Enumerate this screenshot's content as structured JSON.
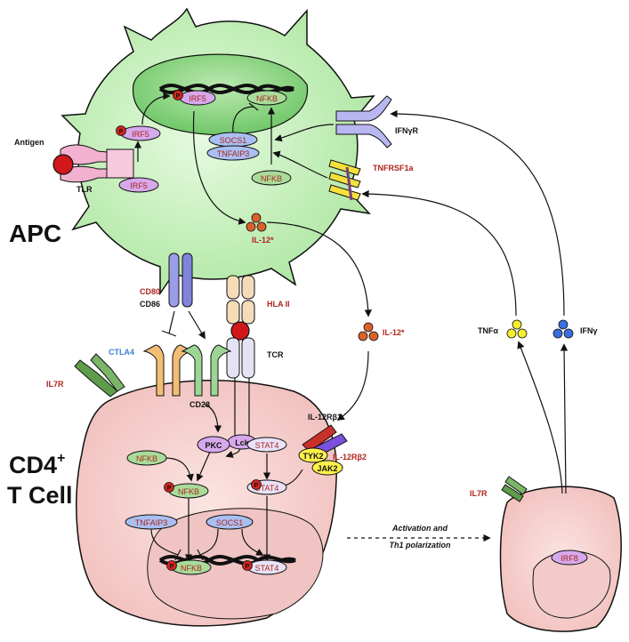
{
  "cells": {
    "apc": "APC",
    "cd4_line1": "CD4",
    "cd4_sup": "+",
    "cd4_line2": "T Cell"
  },
  "labels": {
    "antigen": "Antigen",
    "tlr": "TLR",
    "ifngr": "IFNγR",
    "tnfrsf1a": "TNFRSF1a",
    "il12_apc": "IL-12*",
    "il12_mid": "IL-12*",
    "cd80": "CD80",
    "cd86": "CD86",
    "hla2": "HLA II",
    "tcr": "TCR",
    "ctla4": "CTLA4",
    "cd28": "CD28",
    "il7r_left": "IL7R",
    "il7r_right": "IL7R",
    "il12rb1": "IL-12Rβ1",
    "il12rb2": "IL-12Rβ2",
    "tnfa": "TNFα",
    "ifng": "IFNγ",
    "activation_line1": "Activation and",
    "activation_line2": "Th1 polarization",
    "phospho": "P"
  },
  "proteins": {
    "irf5_nuc": "IRF5",
    "nfkb_nuc": "NFKB",
    "irf5_p": "IRF5",
    "irf5": "IRF5",
    "socs1_apc": "SOCS1",
    "tnfaip3_apc": "TNFAIP3",
    "nfkb_apc": "NFKB",
    "lck": "Lck",
    "pkc": "PKC",
    "nfkb_t": "NFKB",
    "nfkb_t_p": "NFKB",
    "stat4": "STAT4",
    "stat4_p": "STAT4",
    "tyk2": "TYK2",
    "jak2": "JAK2",
    "tnfaip3_t": "TNFAIP3",
    "socs1_t": "SOCS1",
    "nfkb_t_nuc": "NFKB",
    "stat4_t_nuc": "STAT4",
    "irf8": "IRF8"
  },
  "colors": {
    "apc_fill": "#c9f2c0",
    "apc_nucleus": "#8fd886",
    "tcell_fill": "#f6d3d1",
    "tcell_nucleus": "#efc0c0",
    "red_label": "#b0251d",
    "blue_label": "#3f7fd8",
    "purple_pill": "#d6a9ec",
    "blue_pill": "#a9bff2",
    "green_pill": "#a9dc9a",
    "lavender_pill": "#e8e3f8",
    "yellow_pill": "#fff04a",
    "phospho_red": "#d3241c"
  }
}
